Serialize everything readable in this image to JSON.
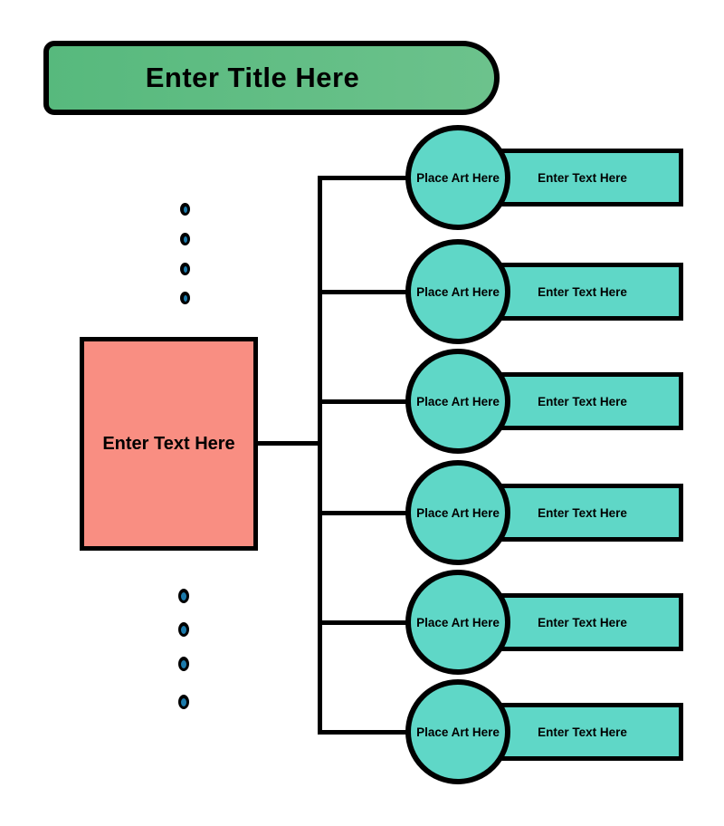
{
  "title": {
    "label": "Enter Title Here"
  },
  "center_box": {
    "label": "Enter Text Here"
  },
  "rows": [
    {
      "art_label": "Place Art Here",
      "text_label": "Enter Text Here"
    },
    {
      "art_label": "Place Art Here",
      "text_label": "Enter Text Here"
    },
    {
      "art_label": "Place Art Here",
      "text_label": "Enter Text Here"
    },
    {
      "art_label": "Place Art Here",
      "text_label": "Enter Text Here"
    },
    {
      "art_label": "Place Art Here",
      "text_label": "Enter Text Here"
    },
    {
      "art_label": "Place Art Here",
      "text_label": "Enter Text Here"
    }
  ],
  "colors": {
    "title_green_left": "#57b97d",
    "title_green_right": "#6cc28c",
    "node_teal": "#5fd7c7",
    "center_red": "#f98e82",
    "dot_blue": "#1b7aab",
    "outline_black": "#000000"
  }
}
